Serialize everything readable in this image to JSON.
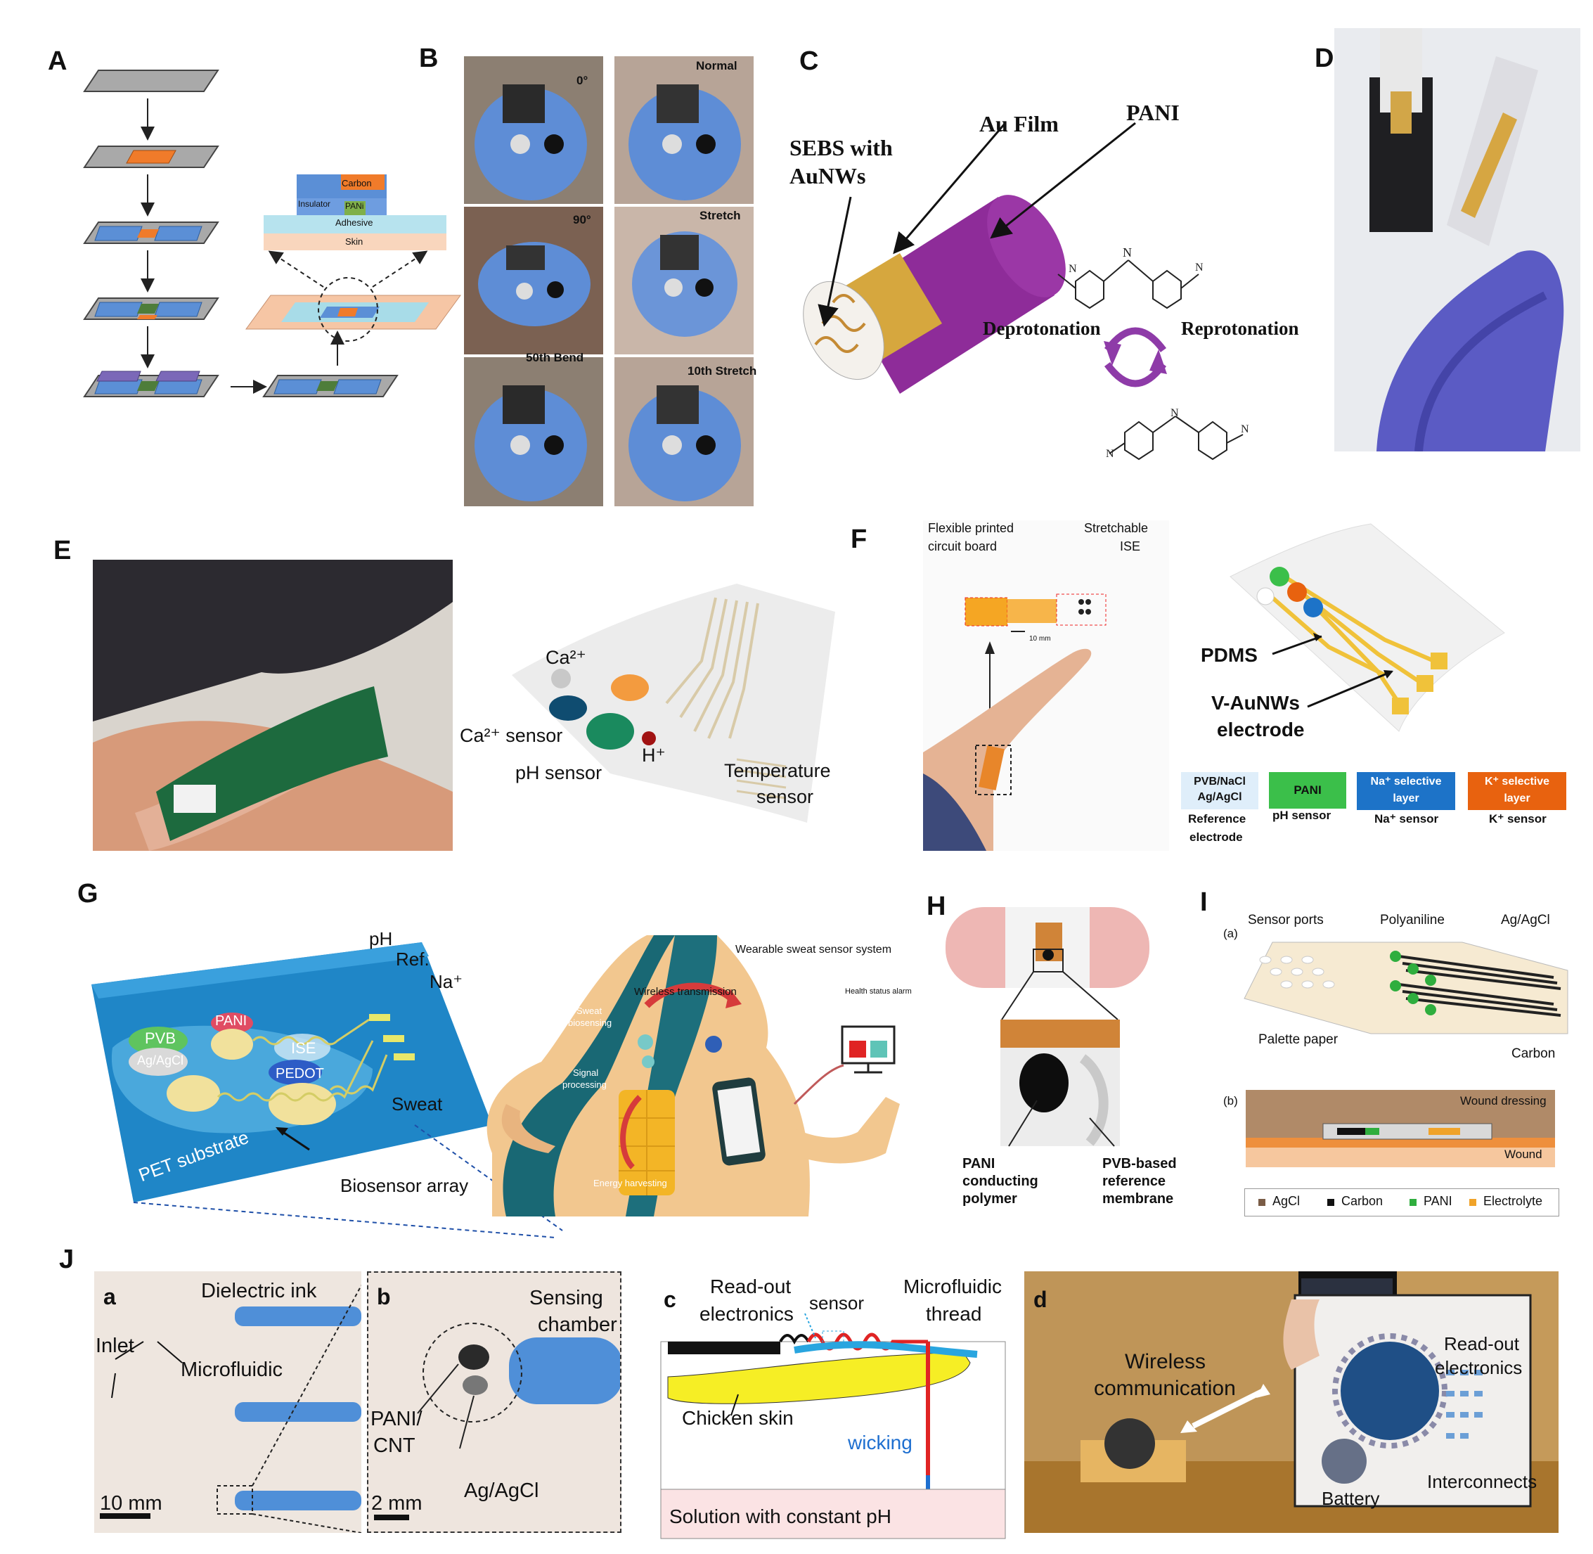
{
  "panels": {
    "A": {
      "label": "A",
      "stack": {
        "carbon": "Carbon",
        "insulator": "Insulator",
        "pani": "PANi",
        "adhesive": "Adhesive",
        "skin": "Skin"
      }
    },
    "B": {
      "label": "B",
      "tiles": [
        "0°",
        "Normal",
        "90°",
        "Stretch",
        "50th Bend",
        "10th Stretch"
      ]
    },
    "C": {
      "label": "C",
      "sebs_line1": "SEBS with",
      "sebs_line2": "AuNWs",
      "au_film": "Au Film",
      "pani": "PANI",
      "deprotonation": "Deprotonation",
      "reprotonation": "Reprotonation"
    },
    "D": {
      "label": "D"
    },
    "E": {
      "label": "E",
      "ca": "Ca²⁺",
      "ca_sensor": "Ca²⁺ sensor",
      "h": "H⁺",
      "ph_sensor": "pH sensor",
      "temp1": "Temperature",
      "temp2": "sensor"
    },
    "F": {
      "label": "F",
      "fpcb1": "Flexible printed",
      "fpcb2": "circuit board",
      "ise1": "Stretchable",
      "ise2": "ISE",
      "scale": "10 mm",
      "pdms": "PDMS",
      "vau1": "V-AuNWs",
      "vau2": "electrode",
      "legend": [
        {
          "box1": "PVB/NaCl",
          "box2": "Ag/AgCl",
          "cap1": "Reference",
          "cap2": "electrode",
          "color": "#dfeefa"
        },
        {
          "box1": "PANI",
          "box2": "",
          "cap1": "pH sensor",
          "cap2": "",
          "color": "#3bbf4a"
        },
        {
          "box1": "Na⁺ selective",
          "box2": "layer",
          "cap1": "Na⁺ sensor",
          "cap2": "",
          "color": "#1d73c8"
        },
        {
          "box1": "K⁺ selective",
          "box2": "layer",
          "cap1": "K⁺ sensor",
          "cap2": "",
          "color": "#e8620f"
        }
      ]
    },
    "G": {
      "label": "G",
      "pvb": "PVB",
      "agagcl": "Ag/AgCl",
      "pani": "PANI",
      "ise": "ISE",
      "pedot": "PEDOT",
      "ph": "pH",
      "ref": "Ref.",
      "na": "Na⁺",
      "sweat": "Sweat",
      "pet": "PET substrate",
      "biosensor": "Biosensor array",
      "system": "Wearable sweat sensor system",
      "wireless": "Wireless transmission",
      "sweat_bio1": "Sweat",
      "sweat_bio2": "biosensing",
      "signal1": "Signal",
      "signal2": "processing",
      "energy": "Energy harvesting",
      "alarm": "Health status alarm"
    },
    "H": {
      "label": "H",
      "pani1": "PANI",
      "pani2": "conducting",
      "pani3": "polymer",
      "pvb1": "PVB-based",
      "pvb2": "reference",
      "pvb3": "membrane"
    },
    "I": {
      "label": "I",
      "a": "(a)",
      "b": "(b)",
      "sensor_ports": "Sensor ports",
      "polyaniline": "Polyaniline",
      "agagcl": "Ag/AgCl",
      "palette": "Palette paper",
      "carbon": "Carbon",
      "wound_dressing": "Wound dressing",
      "wound": "Wound",
      "legend": [
        {
          "name": "AgCl",
          "color": "#7a5c46"
        },
        {
          "name": "Carbon",
          "color": "#111111"
        },
        {
          "name": "PANI",
          "color": "#2fae3e"
        },
        {
          "name": "Electrolyte",
          "color": "#f0a32a"
        }
      ]
    },
    "J": {
      "label": "J",
      "a": {
        "tag": "a",
        "dielectric": "Dielectric ink",
        "inlet": "Inlet",
        "microfluidic": "Microfluidic",
        "scale": "10 mm"
      },
      "b": {
        "tag": "b",
        "sensing1": "Sensing",
        "sensing2": "chamber",
        "pani1": "PANI/",
        "pani2": "CNT",
        "agagcl": "Ag/AgCl",
        "scale": "2 mm"
      },
      "c": {
        "tag": "c",
        "readout1": "Read-out",
        "readout2": "electronics",
        "sensor": "sensor",
        "micro1": "Microfluidic",
        "micro2": "thread",
        "chicken": "Chicken skin",
        "wicking": "wicking",
        "solution": "Solution with constant pH"
      },
      "d": {
        "tag": "d",
        "wireless1": "Wireless",
        "wireless2": "communication",
        "readout1": "Read-out",
        "readout2": "electronics",
        "interconnects": "Interconnects",
        "battery": "Battery"
      }
    }
  }
}
